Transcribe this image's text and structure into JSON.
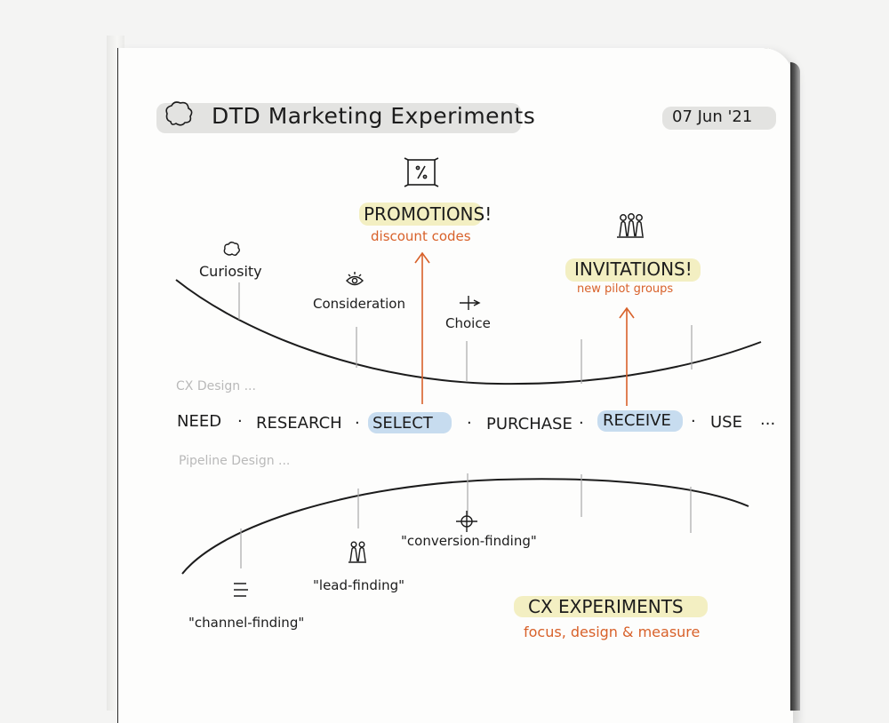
{
  "header": {
    "title": "DTD Marketing Experiments",
    "date": "07 Jun '21"
  },
  "experiments": {
    "promotions": {
      "title": "PROMOTIONS!",
      "subtitle": "discount codes",
      "icon": "percent-icon"
    },
    "invitations": {
      "title": "INVITATIONS!",
      "subtitle": "new pilot groups",
      "icon": "people-group-icon"
    }
  },
  "top_curve_labels": [
    {
      "text": "Curiosity",
      "icon": "cloud-icon"
    },
    {
      "text": "Consideration",
      "icon": "eye-icon"
    },
    {
      "text": "Choice",
      "icon": "fork-icon"
    }
  ],
  "section_labels": {
    "cx": "CX Design ...",
    "pipeline": "Pipeline Design ..."
  },
  "stages": [
    "NEED",
    "RESEARCH",
    "SELECT",
    "PURCHASE",
    "RECEIVE",
    "USE",
    "..."
  ],
  "highlighted_stages": [
    "SELECT",
    "RECEIVE"
  ],
  "bottom_curve_labels": [
    {
      "text": "\"channel-finding\"",
      "icon": "lines-icon"
    },
    {
      "text": "\"lead-finding\"",
      "icon": "people-icon"
    },
    {
      "text": "\"conversion-finding\"",
      "icon": "crosshair-icon"
    }
  ],
  "cx_experiments": {
    "title": "CX EXPERIMENTS",
    "subtitle": "focus, design & measure"
  },
  "colors": {
    "ink": "#1c1c1c",
    "orange": "#d8612a",
    "yellow_highlight": "#f3efc2",
    "blue_highlight": "#c7dcef",
    "grey_highlight": "#e3e3e1",
    "faint_text": "#b9b9b9"
  }
}
